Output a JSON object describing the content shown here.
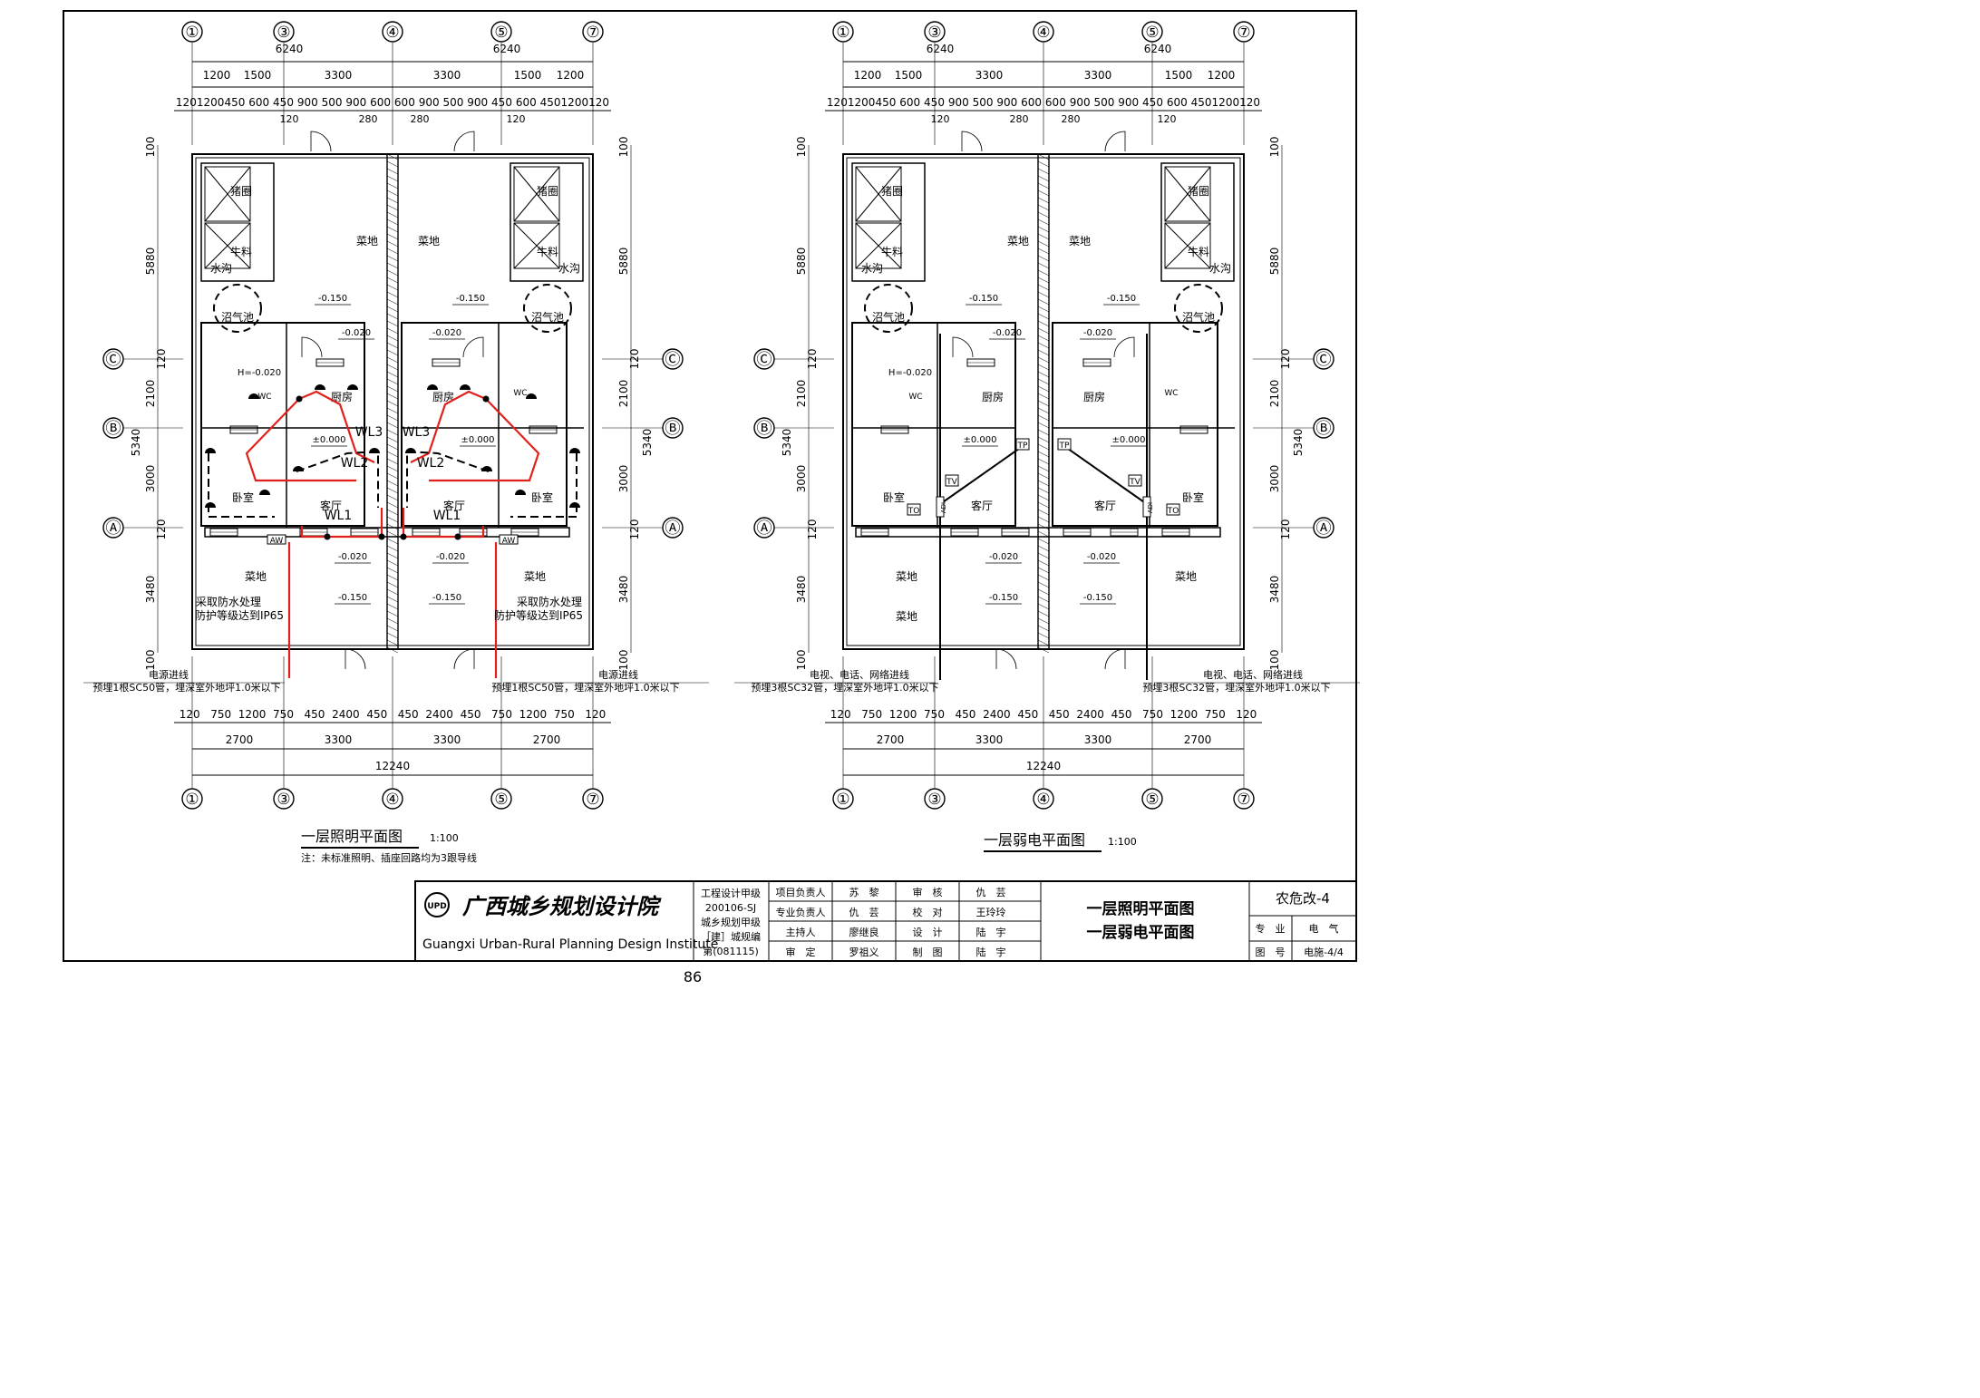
{
  "axes_top": [
    "①",
    "③",
    "④",
    "⑤",
    "⑦"
  ],
  "axes_bottom": [
    "①",
    "③",
    "④",
    "⑤",
    "⑦"
  ],
  "axes_side": [
    "Ⓒ",
    "Ⓑ",
    "Ⓐ"
  ],
  "dims_top_1": [
    "6240",
    "6240"
  ],
  "dims_top_2": [
    "1200",
    "1500",
    "3300",
    "3300",
    "1500",
    "1200"
  ],
  "dims_top_3": [
    "120",
    "1200",
    "450",
    "600",
    "450",
    "900",
    "500",
    "900",
    "600",
    "600",
    "900",
    "500",
    "900",
    "450",
    "600",
    "450",
    "1200",
    "120"
  ],
  "dims_top_small": [
    "120",
    "280",
    "280",
    "120"
  ],
  "dims_bottom_1": [
    "120",
    "750",
    "1200",
    "750",
    "450",
    "2400",
    "450",
    "450",
    "2400",
    "450",
    "750",
    "1200",
    "750",
    "120"
  ],
  "dims_bottom_2": [
    "2700",
    "3300",
    "3300",
    "2700"
  ],
  "dims_bottom_total": "12240",
  "dims_side": {
    "d100": "100",
    "d5880": "5880",
    "d120": "120",
    "d2100": "2100",
    "d5340": "5340",
    "d3000": "3000",
    "d3480": "3480"
  },
  "rooms": {
    "pigpen": "猪圈",
    "feed": "牛料",
    "ditch": "水沟",
    "garden": "菜地",
    "biogas": "沼气池",
    "kitchen": "厨房",
    "wc": "WC",
    "bedroom": "卧室",
    "living": "客厅"
  },
  "levels": {
    "l150": "-0.150",
    "l020": "-0.020",
    "l000": "±0.000",
    "h020": "H=-0.020"
  },
  "lighting": {
    "circuits": [
      "WL3",
      "WL3",
      "WL2",
      "WL2",
      "WL1",
      "WL1"
    ],
    "aw": "AW",
    "waterproof_1": "采取防水处理",
    "waterproof_2": "防护等级达到IP65",
    "entry_label": "电源进线",
    "entry_note": "预埋1根SC50管，埋深室外地坪1.0米以下",
    "title": "一层照明平面图",
    "scale": "1:100",
    "note": "注：未标准照明、插座回路均为3跟导线"
  },
  "weak": {
    "tp": "TP",
    "tv": "TV",
    "to": "TO",
    "adi": "ADI",
    "entry_label": "电视、电话、网络进线",
    "entry_note": "预埋3根SC32管，埋深室外地坪1.0米以下",
    "title": "一层弱电平面图",
    "scale": "1:100"
  },
  "titleblock": {
    "logo_text": "广西城乡规划设计院",
    "institute_en": "Guangxi Urban-Rural Planning Design Institute",
    "qual": [
      "工程设计甲级",
      "200106-SJ",
      "城乡规划甲级",
      "［建］城规编",
      "第(081115)"
    ],
    "roles": [
      {
        "role": "项目负责人",
        "name": "苏　黎",
        "role2": "审　核",
        "name2": "仇　芸"
      },
      {
        "role": "专业负责人",
        "name": "仇　芸",
        "role2": "校　对",
        "name2": "王玲玲"
      },
      {
        "role": "主持人",
        "name": "廖继良",
        "role2": "设　计",
        "name2": "陆　宇"
      },
      {
        "role": "审　定",
        "name": "罗祖义",
        "role2": "制　图",
        "name2": "陆　宇"
      }
    ],
    "drawing_title_1": "一层照明平面图",
    "drawing_title_2": "一层弱电平面图",
    "project": "农危改-4",
    "discipline_label": "专　业",
    "discipline": "电　气",
    "number_label": "图　号",
    "number": "电施-4/4"
  },
  "page_number": "86",
  "colors": {
    "red": "#e0201b",
    "black": "#000000"
  }
}
